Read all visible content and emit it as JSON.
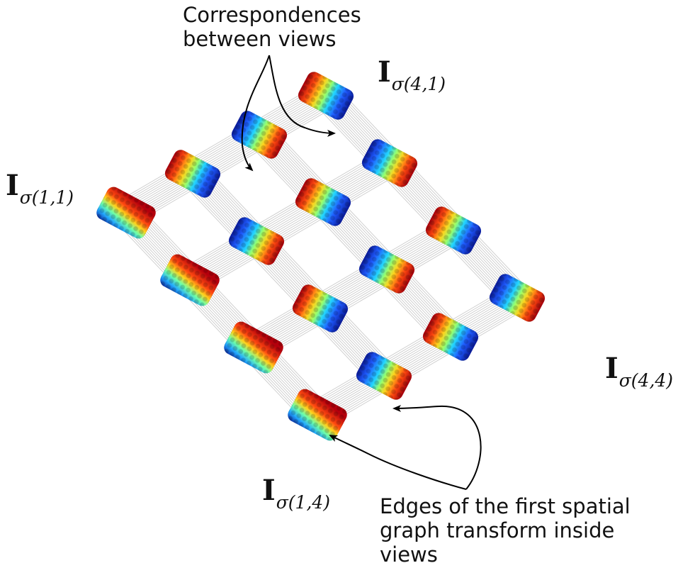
{
  "annotations": {
    "top": {
      "line1": "Correspondences",
      "line2": "between views"
    },
    "bottom": {
      "line1": "Edges of the first spatial",
      "line2": "graph transform inside",
      "line3": "views"
    }
  },
  "view_labels": {
    "v11": {
      "main": "I",
      "sub": "σ(1,1)"
    },
    "v41": {
      "main": "I",
      "sub": "σ(4,1)"
    },
    "v14": {
      "main": "I",
      "sub": "σ(1,4)"
    },
    "v44": {
      "main": "I",
      "sub": "σ(4,4)"
    }
  },
  "grid": {
    "columns": 4,
    "rows": 4
  },
  "colors": {
    "edge": "#c2c2c2",
    "arrow": "#000000"
  }
}
